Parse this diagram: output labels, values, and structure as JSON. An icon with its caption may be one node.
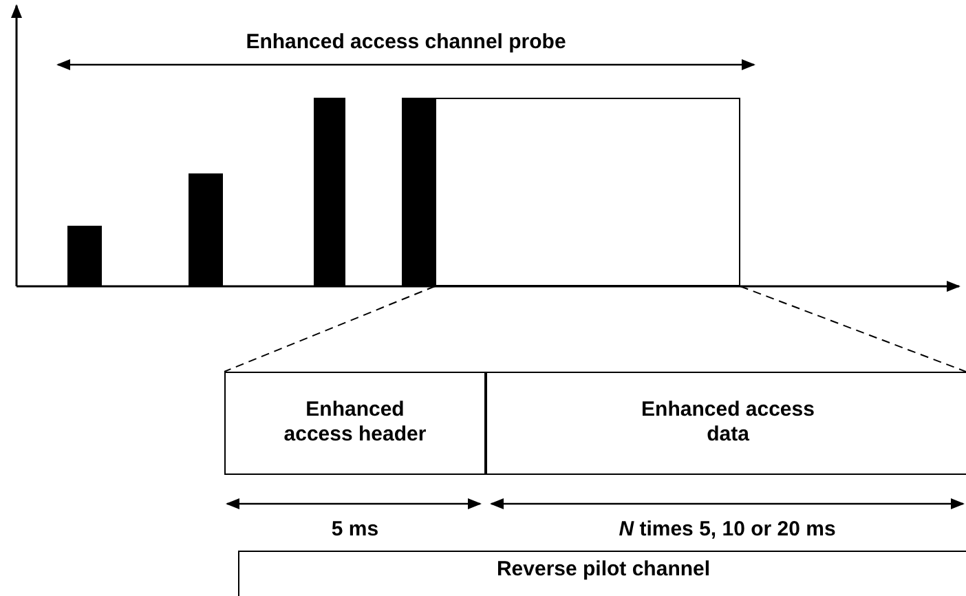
{
  "diagram": {
    "nodes": [
      {
        "text": [],
        "shape": "bar"
      },
      {
        "text": [],
        "shape": "bar"
      },
      {
        "text": [],
        "shape": "bar"
      },
      {
        "text": [],
        "shape": "bar"
      },
      {
        "text": [],
        "shape": "box"
      },
      {
        "text": [
          "Enhanced access header"
        ]
      },
      {
        "text": [
          "Enhanced access data"
        ]
      },
      {
        "text": [
          "Reverse pilot channel"
        ]
      }
    ],
    "edges": [
      {
        "from": 4,
        "to": 5,
        "arrow": "none",
        "style": "dashed"
      },
      {
        "from": 4,
        "to": 6,
        "arrow": "none",
        "style": "dashed"
      }
    ],
    "labels": [
      "Enhanced access channel probe",
      "5 ms",
      "*N* times 5, 10 or 20  ms"
    ]
  }
}
